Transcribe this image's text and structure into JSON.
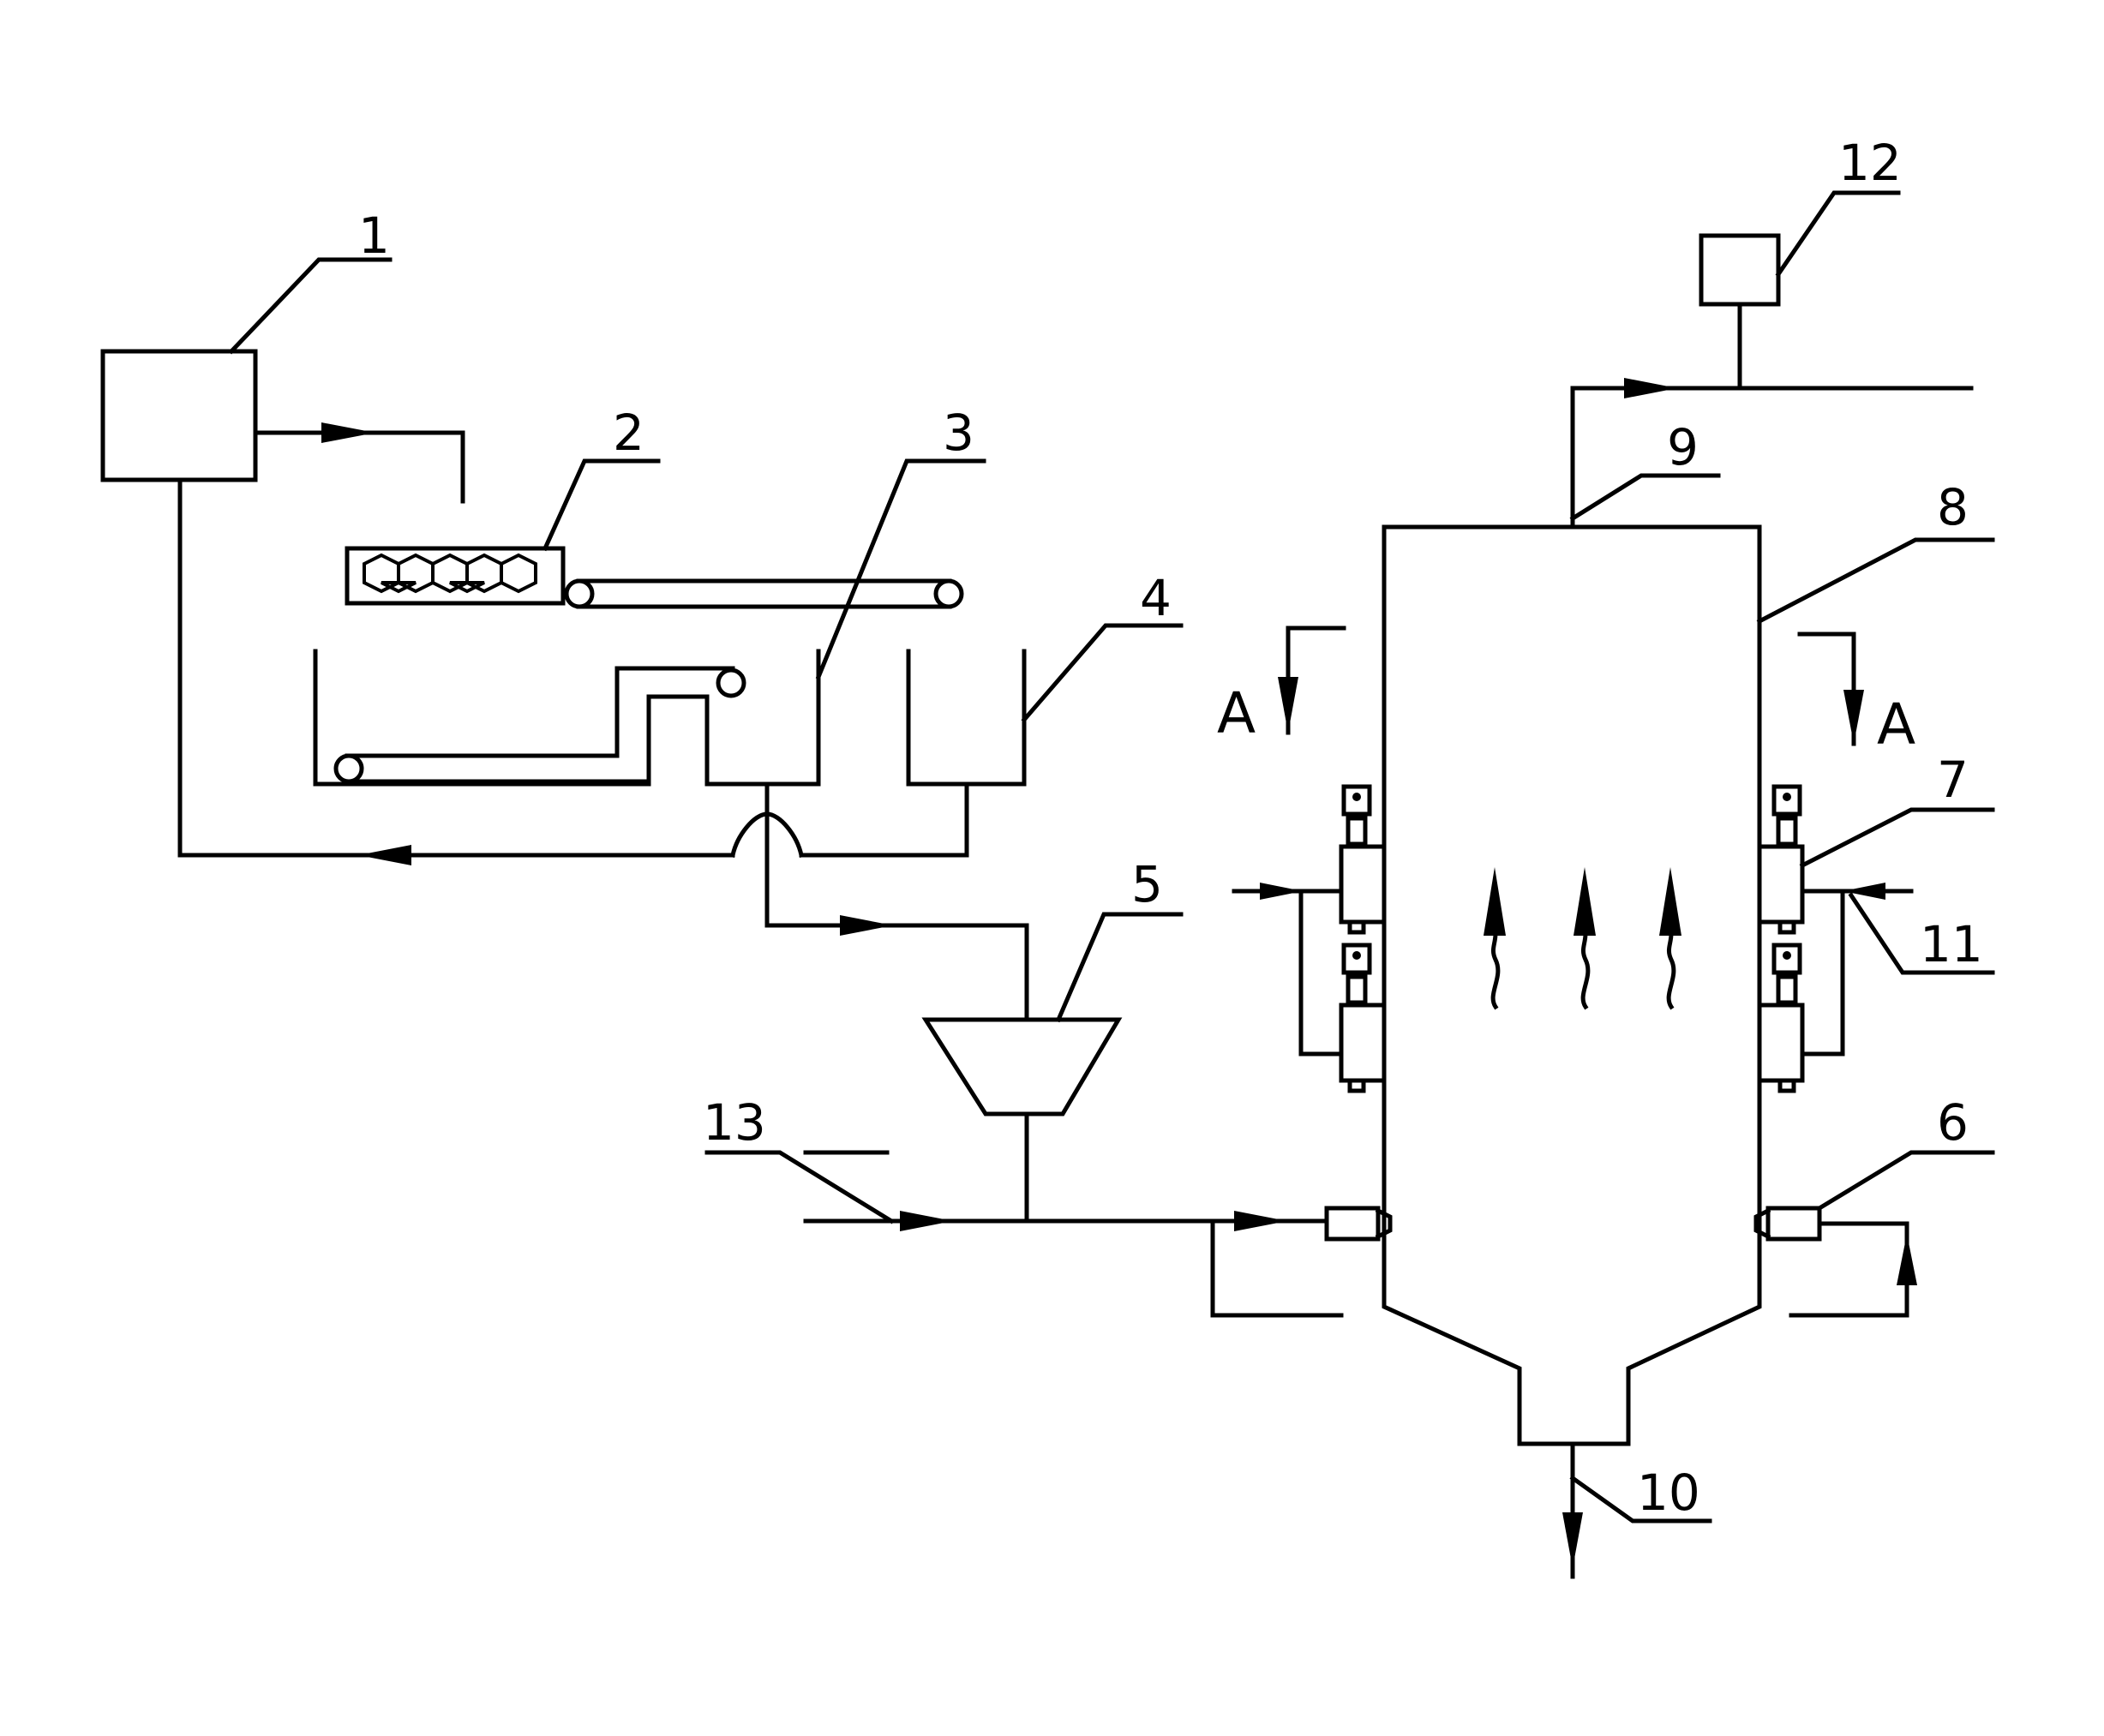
{
  "diagram": {
    "type": "process-flow schematic",
    "labels": [
      "1",
      "2",
      "3",
      "4",
      "5",
      "6",
      "7",
      "8",
      "9",
      "10",
      "11",
      "12",
      "13"
    ],
    "section_markers": [
      "A",
      "A"
    ],
    "colors": {
      "line": "#000000",
      "background": "#ffffff"
    }
  }
}
